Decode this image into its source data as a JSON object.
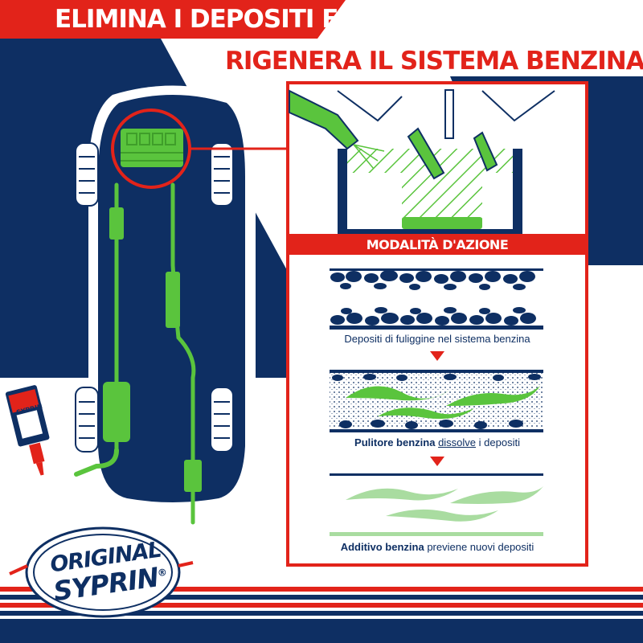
{
  "headline": {
    "line1": "ELIMINA I DEPOSITI E",
    "line2": "RIGENERA IL SISTEMA BENZINA"
  },
  "panel": {
    "title": "MODALITÀ D'AZIONE",
    "step1_caption": "Depositi di fuliggine nel sistema benzina",
    "step2_caption_bold": "Pulitore benzina",
    "step2_caption_underline": "dissolve",
    "step2_caption_rest": " i depositi",
    "step3_caption_bold": "Additivo benzina",
    "step3_caption_rest": " previene nuovi depositi"
  },
  "product": {
    "label": "SYPRIN"
  },
  "brand": {
    "line1": "ORIGINAL",
    "line2": "SYPRIN",
    "trademark": "®"
  },
  "colors": {
    "navy": "#0e2f63",
    "red": "#e2231a",
    "green": "#5ac43d",
    "light_green": "#a9dca0",
    "white": "#ffffff"
  }
}
